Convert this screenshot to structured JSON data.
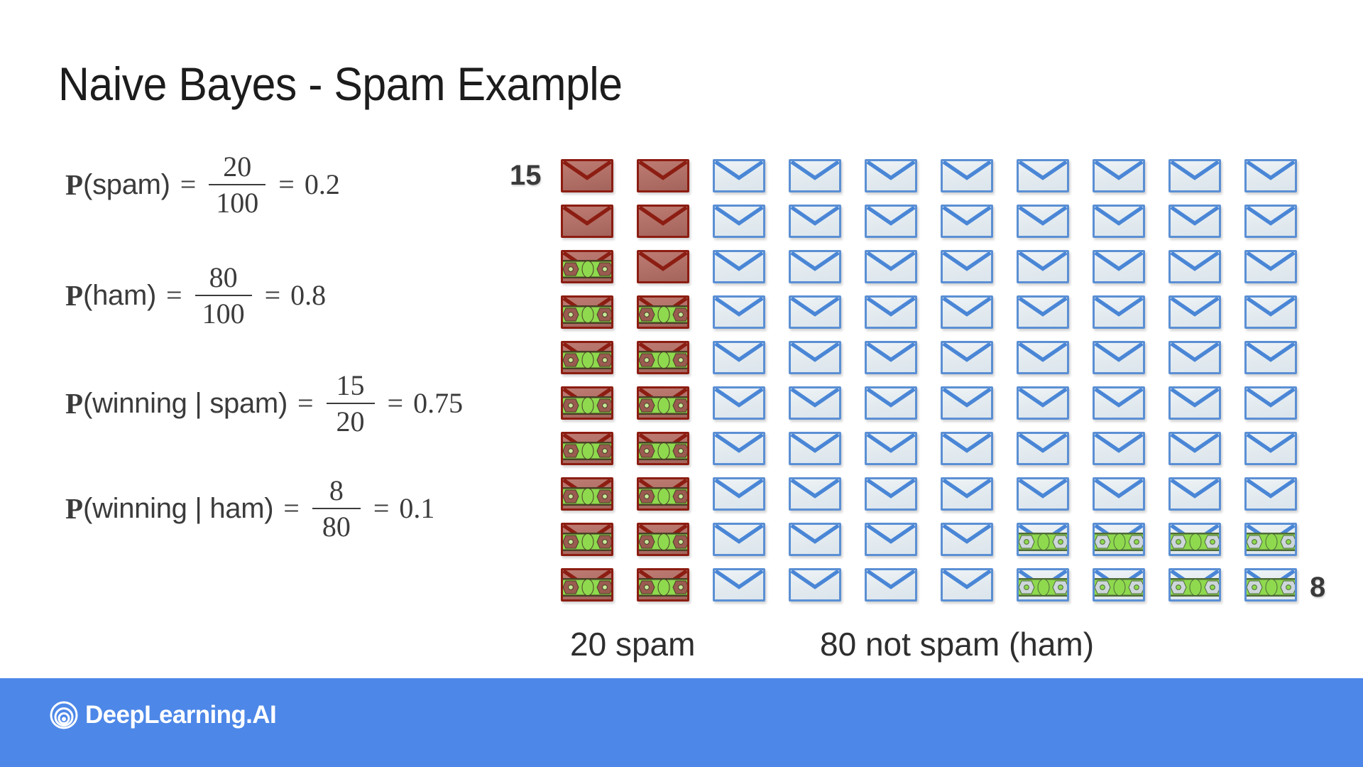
{
  "slide": {
    "title": "Naive Bayes - Spam Example",
    "background": "#ffffff"
  },
  "equations": [
    {
      "prefix": "P",
      "arg": "(spam)",
      "eq1": "=",
      "numerator": "20",
      "denominator": "100",
      "eq2": "=",
      "result": "0.2"
    },
    {
      "prefix": "P",
      "arg": "(ham)",
      "eq1": "=",
      "numerator": "80",
      "denominator": "100",
      "eq2": "=",
      "result": "0.8"
    },
    {
      "prefix": "P",
      "arg": "(winning | spam)",
      "eq1": "=",
      "numerator": "15",
      "denominator": "20",
      "eq2": "=",
      "result": "0.75"
    },
    {
      "prefix": "P",
      "arg": "(winning | ham)",
      "eq1": "=",
      "numerator": "8",
      "denominator": "80",
      "eq2": "=",
      "result": "0.1"
    }
  ],
  "diagram": {
    "rows": 10,
    "columns": 10,
    "spam_columns": 2,
    "ham_columns": 8,
    "total_emails": 100,
    "spam_count": 20,
    "ham_count": 80,
    "spam_winning_count": 15,
    "ham_winning_count": 8,
    "label_spam_winning": "15",
    "label_ham_winning": "8",
    "caption_spam": "20 spam",
    "caption_ham": "80 not spam (ham)",
    "colors": {
      "spam_border": "#8c1d12",
      "spam_fill": "#b06f66",
      "ham_border": "#5b8fd4",
      "ham_fill": "#e2eaef",
      "money_green": "#8ed94e",
      "footer_blue": "#4d87e8"
    },
    "cells": [
      [
        "spam",
        "spam",
        "ham",
        "ham",
        "ham",
        "ham",
        "ham",
        "ham",
        "ham",
        "ham"
      ],
      [
        "spam",
        "spam",
        "ham",
        "ham",
        "ham",
        "ham",
        "ham",
        "ham",
        "ham",
        "ham"
      ],
      [
        "spam-money",
        "spam",
        "ham",
        "ham",
        "ham",
        "ham",
        "ham",
        "ham",
        "ham",
        "ham"
      ],
      [
        "spam-money",
        "spam-money",
        "ham",
        "ham",
        "ham",
        "ham",
        "ham",
        "ham",
        "ham",
        "ham"
      ],
      [
        "spam-money",
        "spam-money",
        "ham",
        "ham",
        "ham",
        "ham",
        "ham",
        "ham",
        "ham",
        "ham"
      ],
      [
        "spam-money",
        "spam-money",
        "ham",
        "ham",
        "ham",
        "ham",
        "ham",
        "ham",
        "ham",
        "ham"
      ],
      [
        "spam-money",
        "spam-money",
        "ham",
        "ham",
        "ham",
        "ham",
        "ham",
        "ham",
        "ham",
        "ham"
      ],
      [
        "spam-money",
        "spam-money",
        "ham",
        "ham",
        "ham",
        "ham",
        "ham",
        "ham",
        "ham",
        "ham"
      ],
      [
        "spam-money",
        "spam-money",
        "ham",
        "ham",
        "ham",
        "ham",
        "ham-money",
        "ham-money",
        "ham-money",
        "ham-money"
      ],
      [
        "spam-money",
        "spam-money",
        "ham",
        "ham",
        "ham",
        "ham",
        "ham-money",
        "ham-money",
        "ham-money",
        "ham-money"
      ]
    ]
  },
  "footer": {
    "brand": "DeepLearning.AI",
    "logo_icon": "deeplearning-spiral-icon",
    "background": "#4d87e8"
  }
}
